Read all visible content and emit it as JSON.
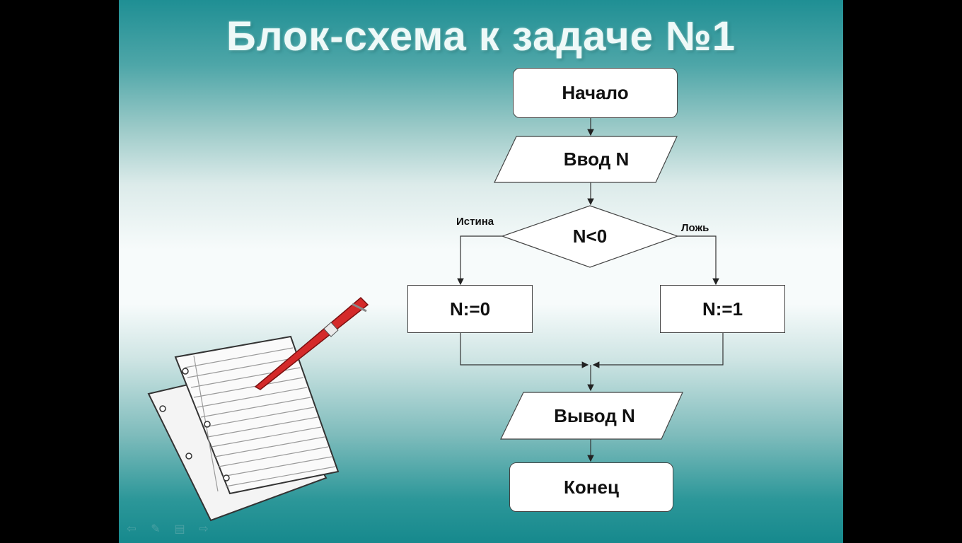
{
  "title": "Блок-схема к задаче №1",
  "nodes": {
    "start": "Начало",
    "input": "Ввод N",
    "condition": "N<0",
    "true_branch": "N:=0",
    "false_branch": "N:=1",
    "output": "Вывод N",
    "end": "Конец"
  },
  "branch_labels": {
    "true": "Истина",
    "false": "Ложь"
  },
  "illustration": {
    "name": "paper-and-pen"
  },
  "colors": {
    "pen": "#d42a2a",
    "background_teal": "#1f8f94"
  },
  "nav_icons": [
    "back-icon",
    "pen-icon",
    "menu-icon",
    "forward-icon"
  ]
}
